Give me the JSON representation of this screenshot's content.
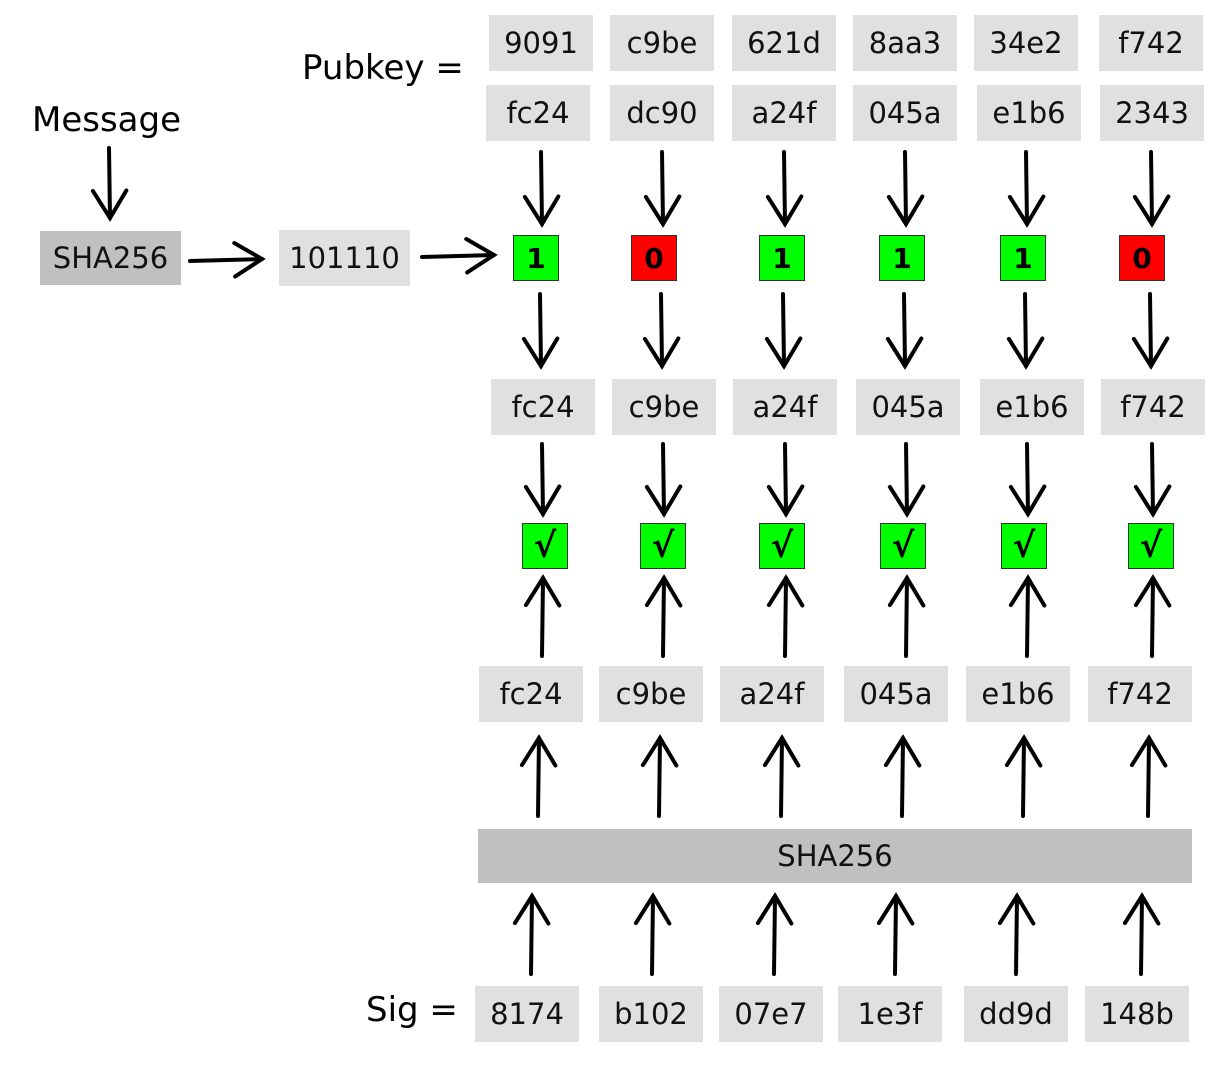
{
  "labels": {
    "message": "Message",
    "pubkey": "Pubkey =",
    "sig": "Sig ="
  },
  "hash_left": "SHA256",
  "hash_bottom": "SHA256",
  "bits_string": "101110",
  "pubkey_top": [
    "9091",
    "c9be",
    "621d",
    "8aa3",
    "34e2",
    "f742"
  ],
  "pubkey_bottom": [
    "fc24",
    "dc90",
    "a24f",
    "045a",
    "e1b6",
    "2343"
  ],
  "bits": [
    "1",
    "0",
    "1",
    "1",
    "1",
    "0"
  ],
  "selected": [
    "fc24",
    "c9be",
    "a24f",
    "045a",
    "e1b6",
    "f742"
  ],
  "checks": [
    "√",
    "√",
    "√",
    "√",
    "√",
    "√"
  ],
  "hashed_sig": [
    "fc24",
    "c9be",
    "a24f",
    "045a",
    "e1b6",
    "f742"
  ],
  "sig": [
    "8174",
    "b102",
    "07e7",
    "1e3f",
    "dd9d",
    "148b"
  ],
  "colors": {
    "bit_one": "#00ff00",
    "bit_zero": "#ff0000",
    "check": "#00ff00",
    "box": "#e0e0e0",
    "hash_box": "#c0c0c0"
  }
}
